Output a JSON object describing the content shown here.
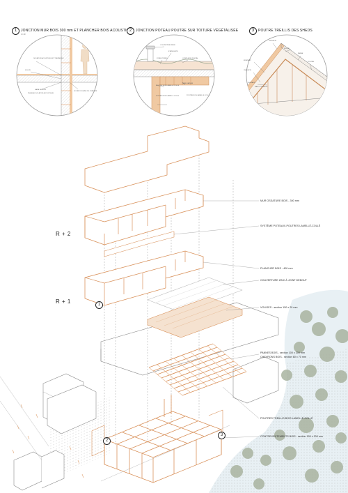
{
  "details": [
    {
      "number": "1",
      "title": "JONCTION MUR BOIS 300 mm ET PLANCHER BOIS ACOUSTIQUE",
      "scale": "1 / 20",
      "notes": [
        "ISOLATION ACOUSTIQUE ET THERMIQUE",
        "SOLIVE",
        "LAINE DE BOIS",
        "TASSEAU ISOLATION ACOUSTIQUE",
        "ISOLATION LAINE DE CHANVRE"
      ]
    },
    {
      "number": "2",
      "title": "JONCTION POTEAU POUTRE SUR TOITURE VÉGÉTALISÉE",
      "notes": [
        "COUVERTINE METAL",
        "ETANCHEITE",
        "ZONE STERILE",
        "COMPLEXE VEGETAL",
        "PARE VAPEUR",
        "POUTRE BOIS LAMELLE COLLE",
        "POTEAU BOIS LAMELLE COLLE",
        "POUTRE BOIS LAMELLE COLLE"
      ]
    },
    {
      "number": "3",
      "title": "POUTRE TREILLIS DES SHEDS",
      "notes": [
        "CHEVRON",
        "SOLIVE",
        "PANNE",
        "POUTRE",
        "MONTANT",
        "CHEVRON",
        "CHEVALET",
        "MAIN COURANTE"
      ]
    }
  ],
  "levels": {
    "r2": "R + 2",
    "r1": "R + 1"
  },
  "callouts": [
    {
      "text": "MUR OSSATURE BOIS - 300 mm"
    },
    {
      "text": "SYSTÈME POTEAUX-POUTRES LAMELLÉ-COLLÉ"
    },
    {
      "text": "PLANCHER BOIS - 400 mm"
    },
    {
      "text": "COUVERTURE ZINC À JOINT DEBOUT"
    },
    {
      "text": "VOLIGES - section 150 x 20 mm"
    },
    {
      "text": "PANNES BOIS - section 100 x 200 mm"
    },
    {
      "text": "CHEVRONS BOIS - section 60 x 70 mm"
    },
    {
      "text": "POUTRES TREILLIS BOIS LAMELLÉ-COLLÉ"
    },
    {
      "text": "CONTREVENTEMENTS BOIS - section 150 x 300 mm"
    }
  ],
  "markers": [
    "1",
    "2",
    "3"
  ],
  "colors": {
    "structure": "#d9925c",
    "line": "#7d7d7d",
    "panel": "#f4e2d1",
    "tree": "#9aa791",
    "water": "#cfdfe8"
  }
}
